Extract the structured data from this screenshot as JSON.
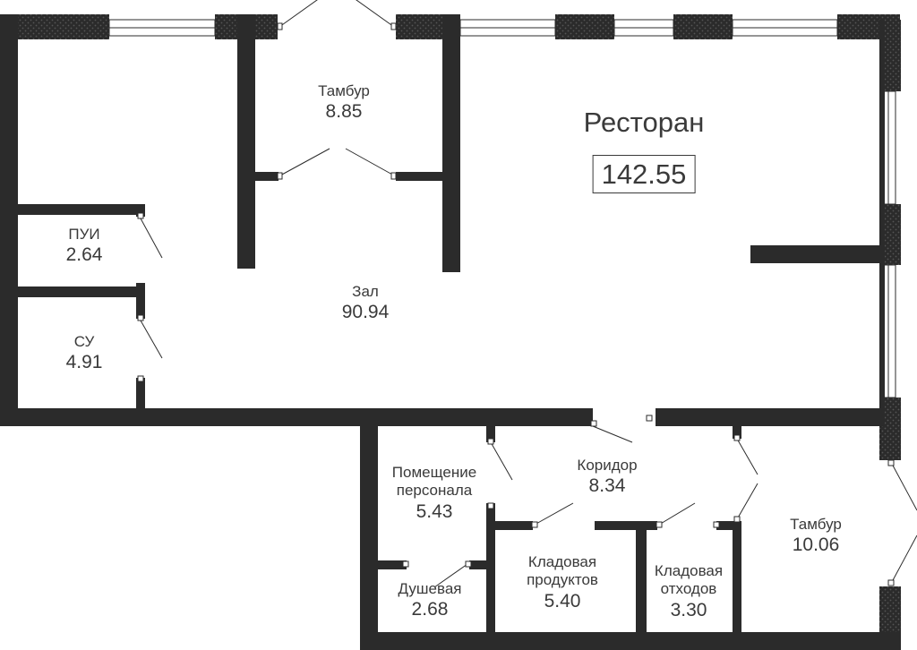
{
  "plan": {
    "wall_color": "#2b2b2b",
    "hatch_color": "#555555",
    "window_color": "#2b2b2b",
    "text_color": "#3a3a3a",
    "rooms": {
      "restaurant": {
        "name": "Ресторан",
        "area": "142.55"
      },
      "vestibule_top": {
        "name": "Тамбур",
        "area": "8.85"
      },
      "hall": {
        "name": "Зал",
        "area": "90.94"
      },
      "pui": {
        "name": "ПУИ",
        "area": "2.64"
      },
      "su": {
        "name": "СУ",
        "area": "4.91"
      },
      "staff_room": {
        "name_line1": "Помещение",
        "name_line2": "персонала",
        "area": "5.43"
      },
      "corridor": {
        "name": "Коридор",
        "area": "8.34"
      },
      "vestibule_right": {
        "name": "Тамбур",
        "area": "10.06"
      },
      "pantry_food": {
        "name_line1": "Кладовая",
        "name_line2": "продуктов",
        "area": "5.40"
      },
      "pantry_waste": {
        "name_line1": "Кладовая",
        "name_line2": "отходов",
        "area": "3.30"
      },
      "shower": {
        "name": "Душевая",
        "area": "2.68"
      }
    }
  }
}
